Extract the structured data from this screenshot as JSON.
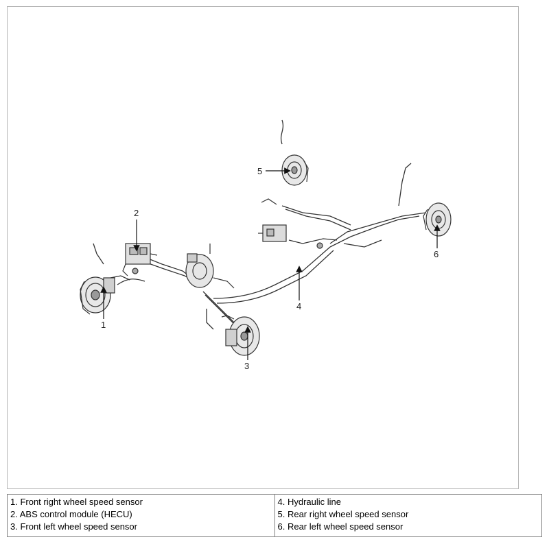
{
  "diagram": {
    "callouts": [
      {
        "id": "1",
        "text": "1"
      },
      {
        "id": "2",
        "text": "2"
      },
      {
        "id": "3",
        "text": "3"
      },
      {
        "id": "4",
        "text": "4"
      },
      {
        "id": "5",
        "text": "5"
      },
      {
        "id": "6",
        "text": "6"
      }
    ]
  },
  "legend": {
    "left": [
      "1. Front right wheel speed sensor",
      "2. ABS control module (HECU)",
      "3. Front left wheel speed sensor"
    ],
    "right": [
      "4. Hydraulic line",
      "5. Rear right wheel speed sensor",
      "6. Rear left wheel speed sensor"
    ]
  }
}
